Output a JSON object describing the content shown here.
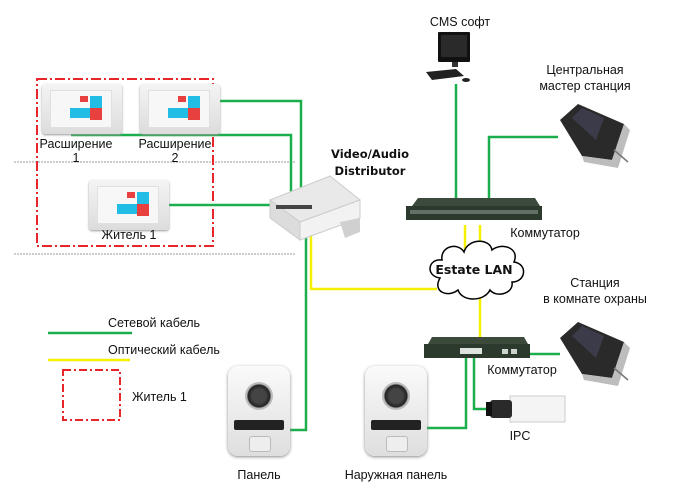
{
  "labels": {
    "cms": "CMS софт",
    "central_1": "Центральная",
    "central_2": "мастер станция",
    "distributor_1": "Video/Audio",
    "distributor_2": "Distributor",
    "switch_top": "Коммутатор",
    "lan": "Estate LAN",
    "guard_1": "Станция",
    "guard_2": "в комнате охраны",
    "switch_bottom": "Коммутатор",
    "ipc": "IPC",
    "ext1_a": "Расширение",
    "ext1_b": "1",
    "ext2_a": "Расширение",
    "ext2_b": "2",
    "resident": "Житель 1",
    "panel": "Панель",
    "outdoor_panel": "Наружная панель"
  },
  "legend": {
    "network_cable": "Сетевой кабель",
    "optical_cable": "Оптический кабель",
    "resident_box": "Житель 1"
  },
  "colors": {
    "network": "#1aae4c",
    "optical": "#f5ef00",
    "resident_boundary": "#e8262a"
  }
}
